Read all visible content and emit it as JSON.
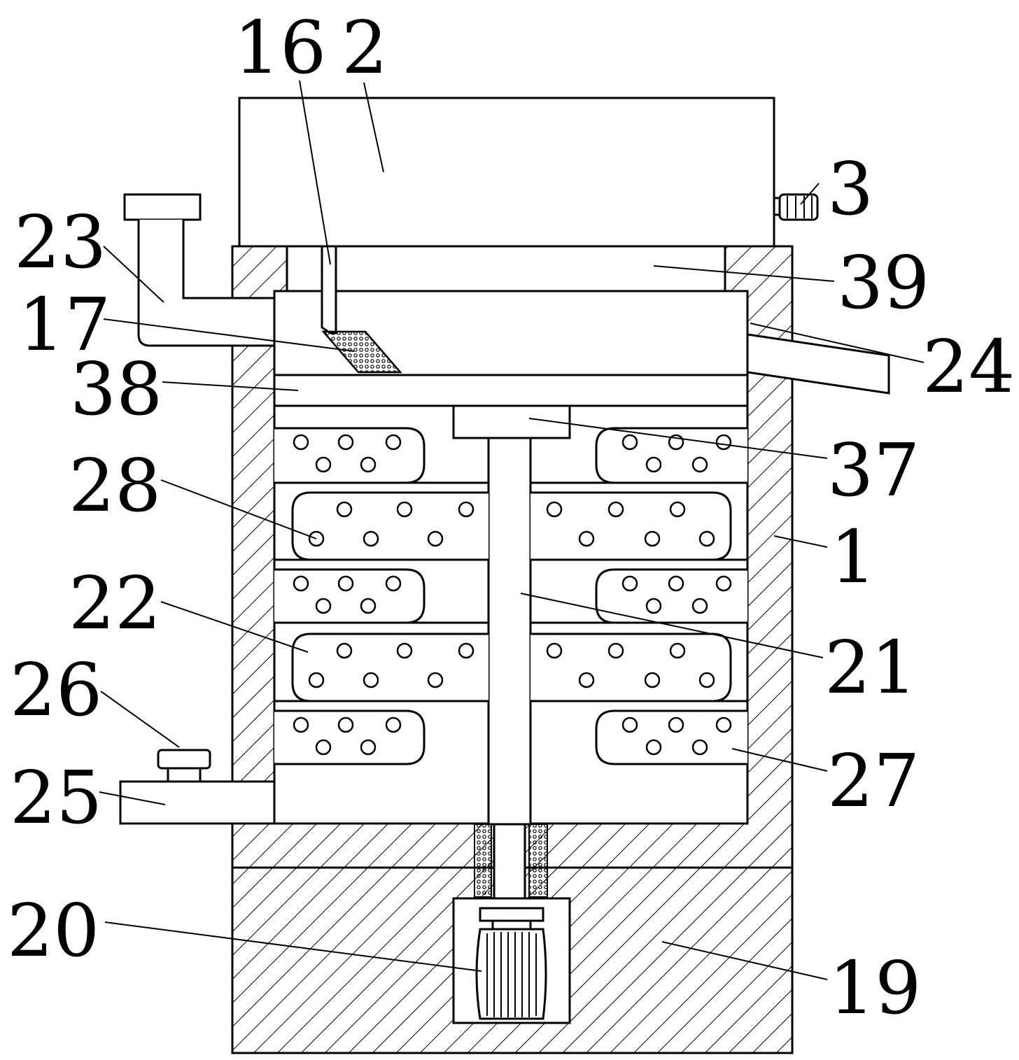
{
  "labels": {
    "l16": "16",
    "l2": "2",
    "l3": "3",
    "l23": "23",
    "l39": "39",
    "l17": "17",
    "l24": "24",
    "l38": "38",
    "l37": "37",
    "l28": "28",
    "l1": "1",
    "l22": "22",
    "l21": "21",
    "l26": "26",
    "l27": "27",
    "l25": "25",
    "l20": "20",
    "l19": "19"
  },
  "colors": {
    "line": "#000000",
    "background": "#ffffff"
  }
}
